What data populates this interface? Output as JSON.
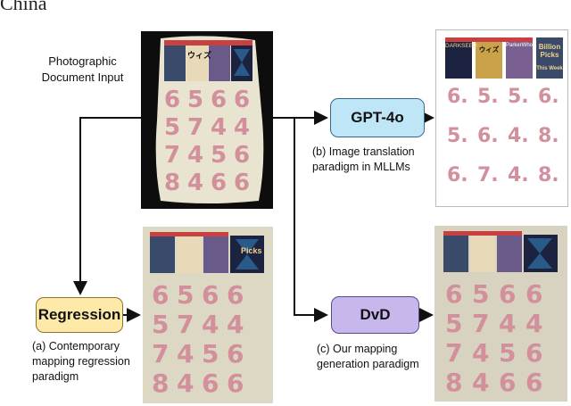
{
  "header": {
    "text": "China"
  },
  "input": {
    "label_line1": "Photographic",
    "label_line2": "Document Input"
  },
  "gpt": {
    "box_label": "GPT-4o",
    "caption_line1": "(b) Image translation",
    "caption_line2": "paradigm in MLLMs",
    "fill": "#bfe6f6"
  },
  "regression": {
    "box_label": "Regression",
    "caption_line1": "(a) Contemporary",
    "caption_line2": "mapping regression",
    "caption_line3": "paradigm",
    "fill": "#fde9a8"
  },
  "dvd": {
    "box_label": "DvD",
    "caption_line1": "(c) Our mapping",
    "caption_line2": "generation paradigm",
    "fill": "#c7b7ec"
  },
  "document": {
    "digits_rows": [
      [
        "6",
        "5",
        "6",
        "6"
      ],
      [
        "5",
        "7",
        "4",
        "4"
      ],
      [
        "7",
        "4",
        "5",
        "6"
      ],
      [
        "8",
        "4",
        "6",
        "6"
      ]
    ],
    "gpt_digits_rows": [
      [
        "6.",
        "5.",
        "5.",
        "6."
      ],
      [
        "5.",
        "6.",
        "4.",
        "8."
      ],
      [
        "6.",
        "7.",
        "4.",
        "8."
      ]
    ],
    "gpt_strip_titles": [
      "DARKSEED",
      "ウィズ",
      "ParkerWho?",
      "Billion Picks"
    ],
    "gpt_strip_subtitle": "This Week",
    "input_strip_titles": [
      "ウィズ"
    ],
    "reg_strip_title": "Picks"
  },
  "colors": {
    "arrow": "#111111",
    "digit": "#d28f9c"
  }
}
